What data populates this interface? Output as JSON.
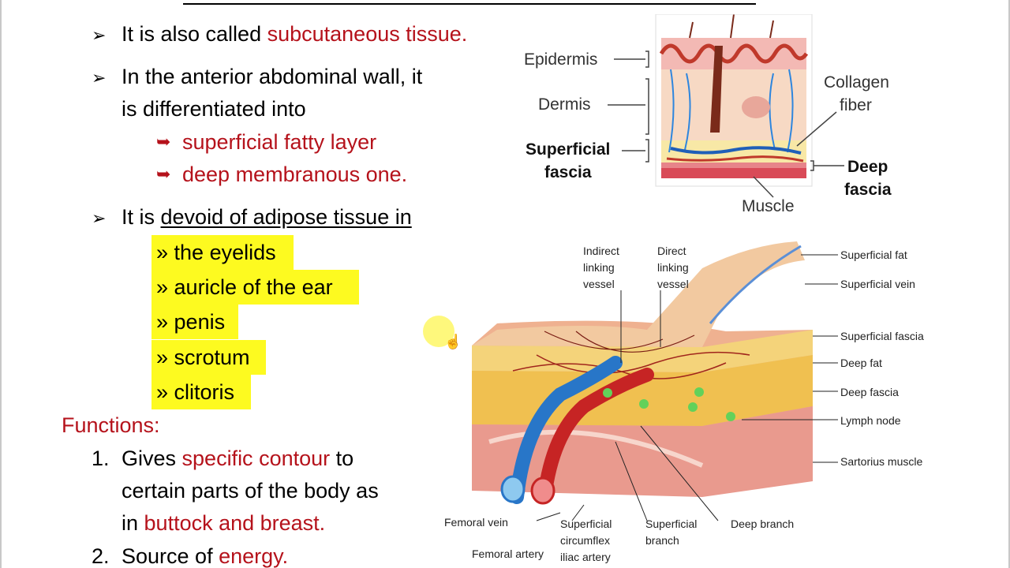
{
  "slide": {
    "bullets": [
      {
        "prefix": "It is also called ",
        "highlight": "subcutaneous tissue."
      },
      {
        "line1": "In the anterior abdominal wall, it",
        "line2": "is differentiated into"
      },
      {
        "prefix": "It is ",
        "underlined": "devoid of adipose tissue in"
      }
    ],
    "sub_items": [
      "superficial fatty layer",
      "deep membranous one."
    ],
    "highlighted_items": [
      "the eyelids",
      "auricle of the ear",
      "penis",
      "scrotum",
      "clitoris"
    ],
    "functions": {
      "heading": "Functions:",
      "item1": {
        "num": "1.",
        "a": "Gives ",
        "b": "specific contour",
        "c": " to",
        "line2": "certain parts of the body as",
        "line3a": "in ",
        "line3b": "buttock and breast."
      },
      "item2": {
        "num": "2.",
        "a": "Source of ",
        "b": "energy."
      }
    }
  },
  "skin_diagram": {
    "labels": {
      "epidermis": "Epidermis",
      "dermis": "Dermis",
      "superficial_fascia_1": "Superficial",
      "superficial_fascia_2": "fascia",
      "collagen_1": "Collagen",
      "collagen_2": "fiber",
      "deep_fascia_1": "Deep",
      "deep_fascia_2": "fascia",
      "muscle": "Muscle"
    }
  },
  "block_diagram": {
    "labels": {
      "indirect": [
        "Indirect",
        "linking",
        "vessel"
      ],
      "direct": [
        "Direct",
        "linking",
        "vessel"
      ],
      "superficial_fat": "Superficial fat",
      "superficial_vein": "Superficial vein",
      "superficial_fascia": "Superficial fascia",
      "deep_fat": "Deep fat",
      "deep_fascia": "Deep fascia",
      "lymph_node": "Lymph node",
      "sartorius": "Sartorius muscle",
      "femoral_vein": "Femoral vein",
      "femoral_artery": "Femoral artery",
      "circumflex": [
        "Superficial",
        "circumflex",
        "iliac artery"
      ],
      "superficial_branch": [
        "Superficial",
        "branch"
      ],
      "deep_branch": "Deep branch"
    }
  },
  "colors": {
    "accent_red": "#b5121b",
    "highlight_yellow": "#fdfa20"
  }
}
